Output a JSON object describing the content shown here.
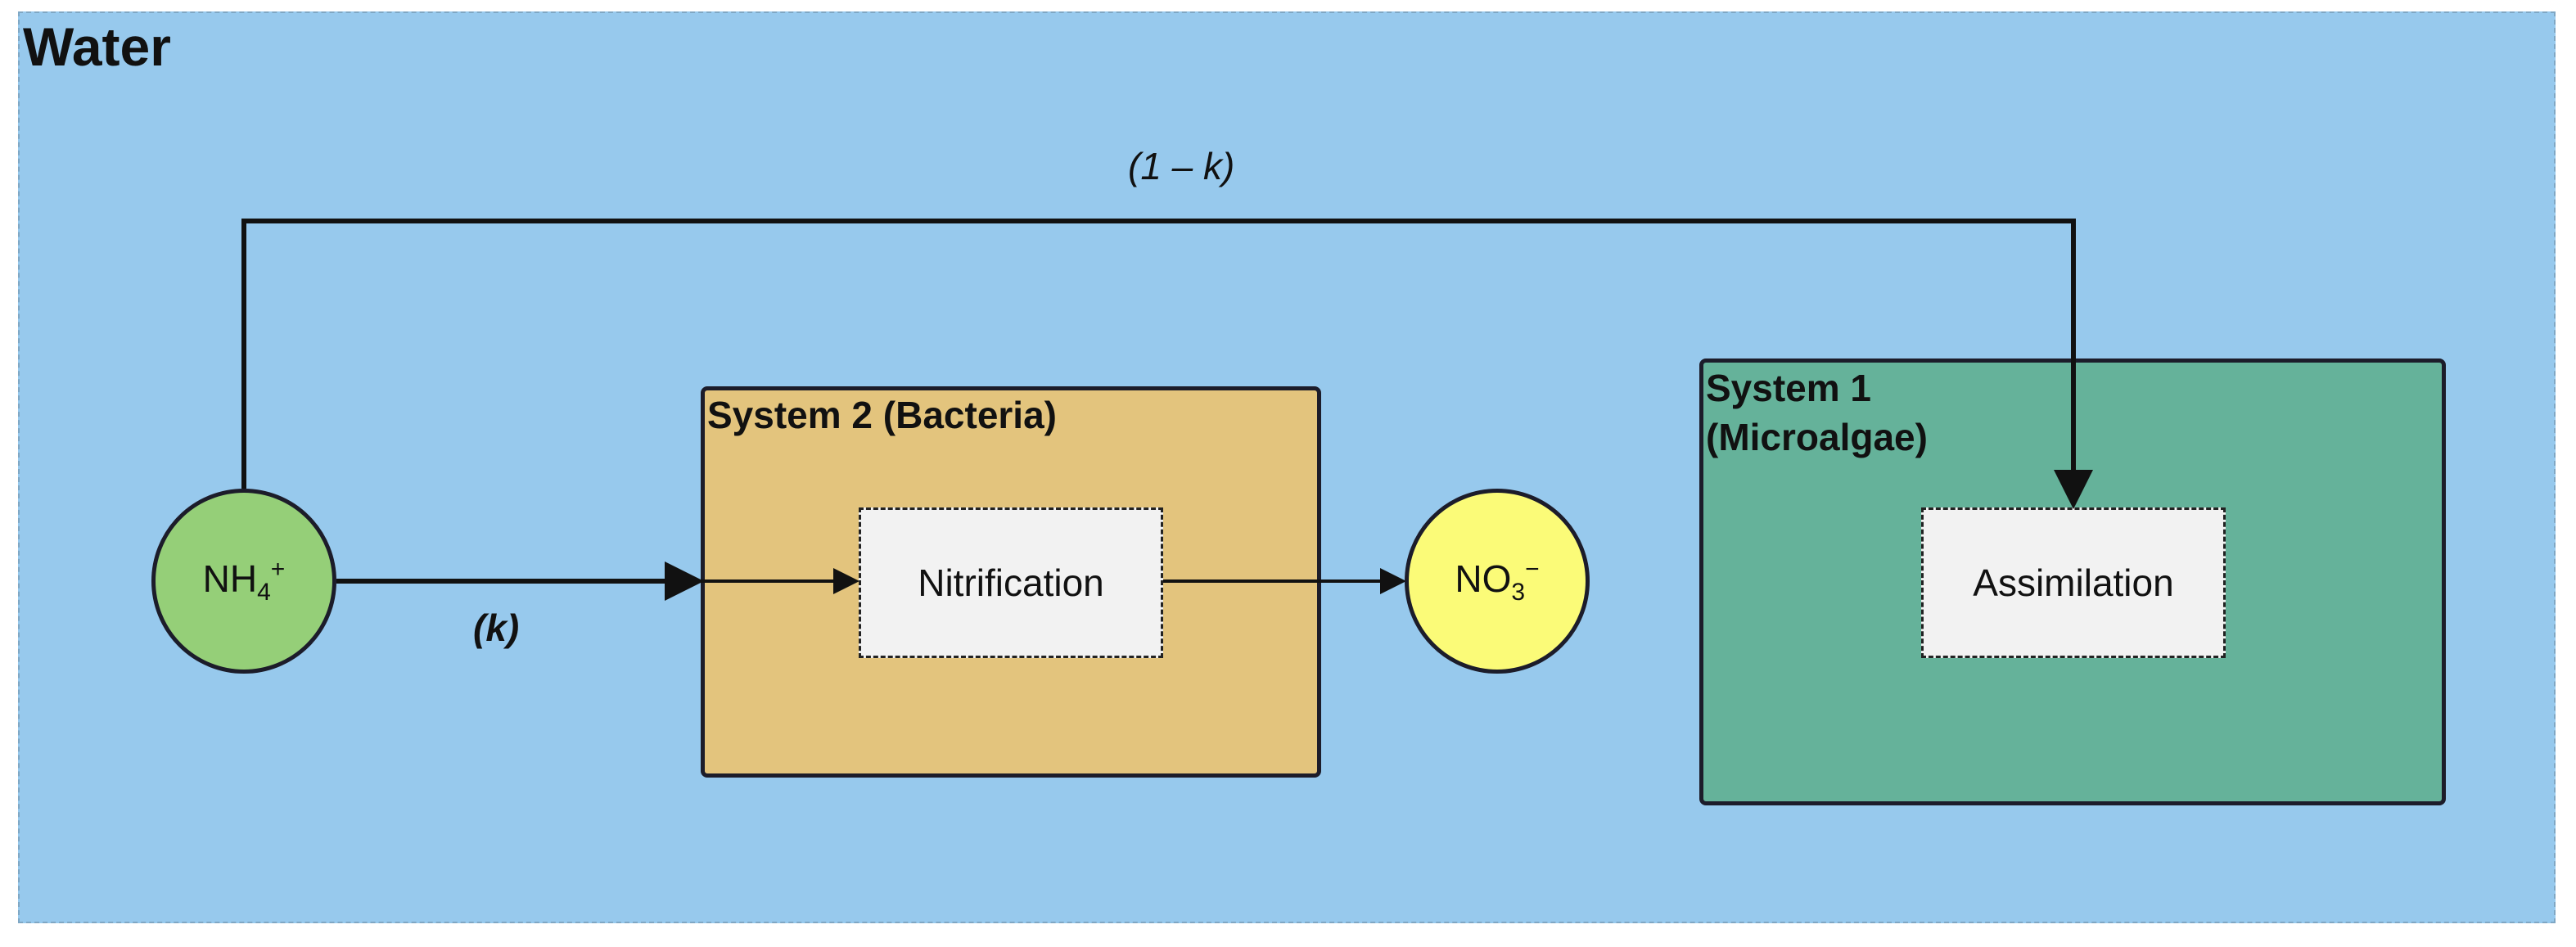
{
  "water": {
    "title": "Water"
  },
  "system2": {
    "title": "System 2 (Bacteria)",
    "process": "Nitrification"
  },
  "system1": {
    "title": "System 1\n(Microalgae)",
    "process": "Assimilation"
  },
  "species": {
    "ammonium": {
      "base": "NH",
      "sub": "4",
      "sup": "+"
    },
    "nitrate": {
      "base": "NO",
      "sub": "3",
      "sup": "−"
    }
  },
  "flows": {
    "bypass_fraction": "(1 – k)",
    "nitrification_fraction": "(k)"
  },
  "colors": {
    "water": "#97c9ed",
    "system2": "#e3c47d",
    "system1": "#65b29a",
    "ammonium": "#95cf78",
    "nitrate": "#fbfb78",
    "process_box": "#f2f2f2"
  }
}
